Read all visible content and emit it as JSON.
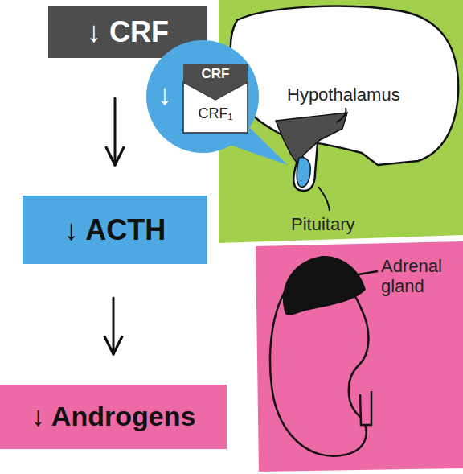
{
  "diagram": {
    "nodes": [
      {
        "text": [
          "↓ CRF"
        ]
      },
      {
        "text": [
          "↓"
        ]
      },
      {
        "text": [
          "CRF",
          "CRF₁"
        ],
        "in": 1
      },
      {
        "text": [
          "↓ ACTH"
        ]
      },
      {
        "text": [
          "↓ Androgens"
        ]
      }
    ],
    "edges": [
      {
        "from": 0,
        "to": 3,
        "arrow": "to"
      },
      {
        "from": 3,
        "to": 4,
        "arrow": "to"
      }
    ],
    "labels": [
      "Hypothalamus",
      "Pituitary",
      "Adrenal gland"
    ]
  }
}
